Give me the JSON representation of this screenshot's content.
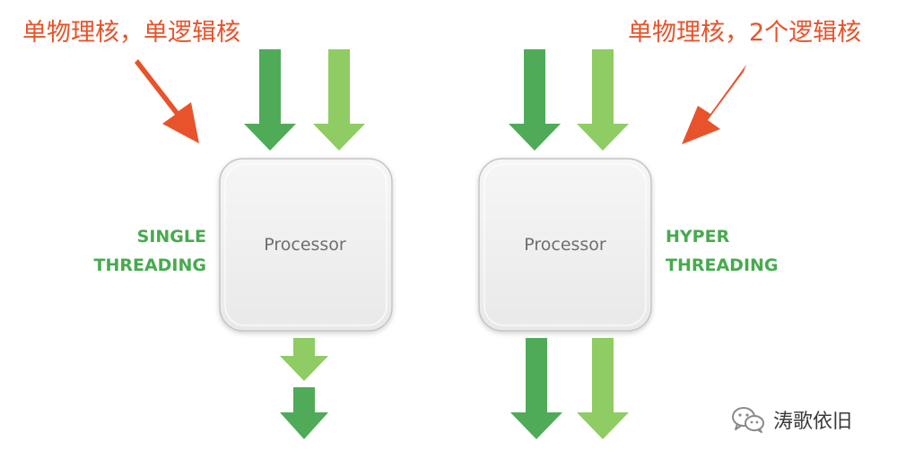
{
  "annotations": {
    "left": "单物理核，单逻辑核",
    "right": "单物理核，2个逻辑核"
  },
  "labels": {
    "single": [
      "SINGLE",
      "THREADING"
    ],
    "hyper": [
      "HYPER",
      "THREADING"
    ]
  },
  "processors": {
    "left": "Processor",
    "right": "Processor"
  },
  "watermark": {
    "text": "涛歌依旧",
    "icon": "wechat-icon"
  },
  "colors": {
    "annotation": "#e8532b",
    "label": "#47aa4e",
    "dark_green": "#4fab57",
    "light_green": "#8fcc63"
  }
}
